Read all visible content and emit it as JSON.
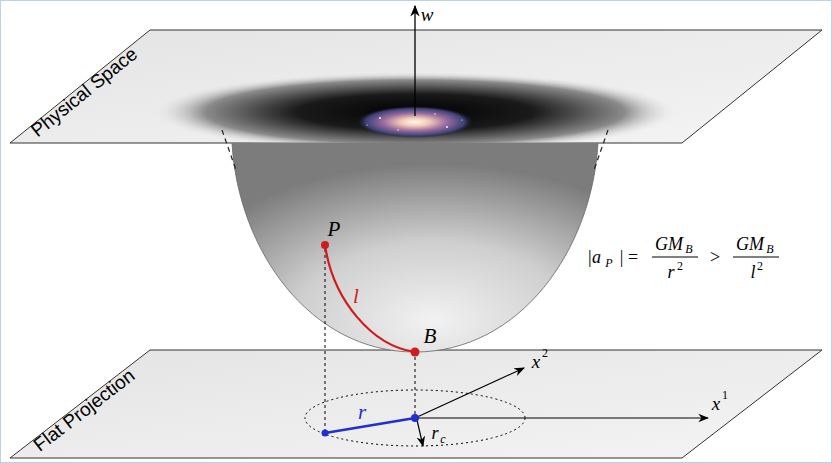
{
  "diagram": {
    "labels": [
      "Physical Space",
      "Flat Projection",
      "w",
      "P",
      "l",
      "B",
      "r",
      "r",
      "c",
      "x",
      "1",
      "x",
      "2",
      "|a",
      "P",
      "| =",
      "GM",
      "B",
      "r",
      "2",
      ">",
      "GM",
      "B",
      "l",
      "2"
    ]
  }
}
